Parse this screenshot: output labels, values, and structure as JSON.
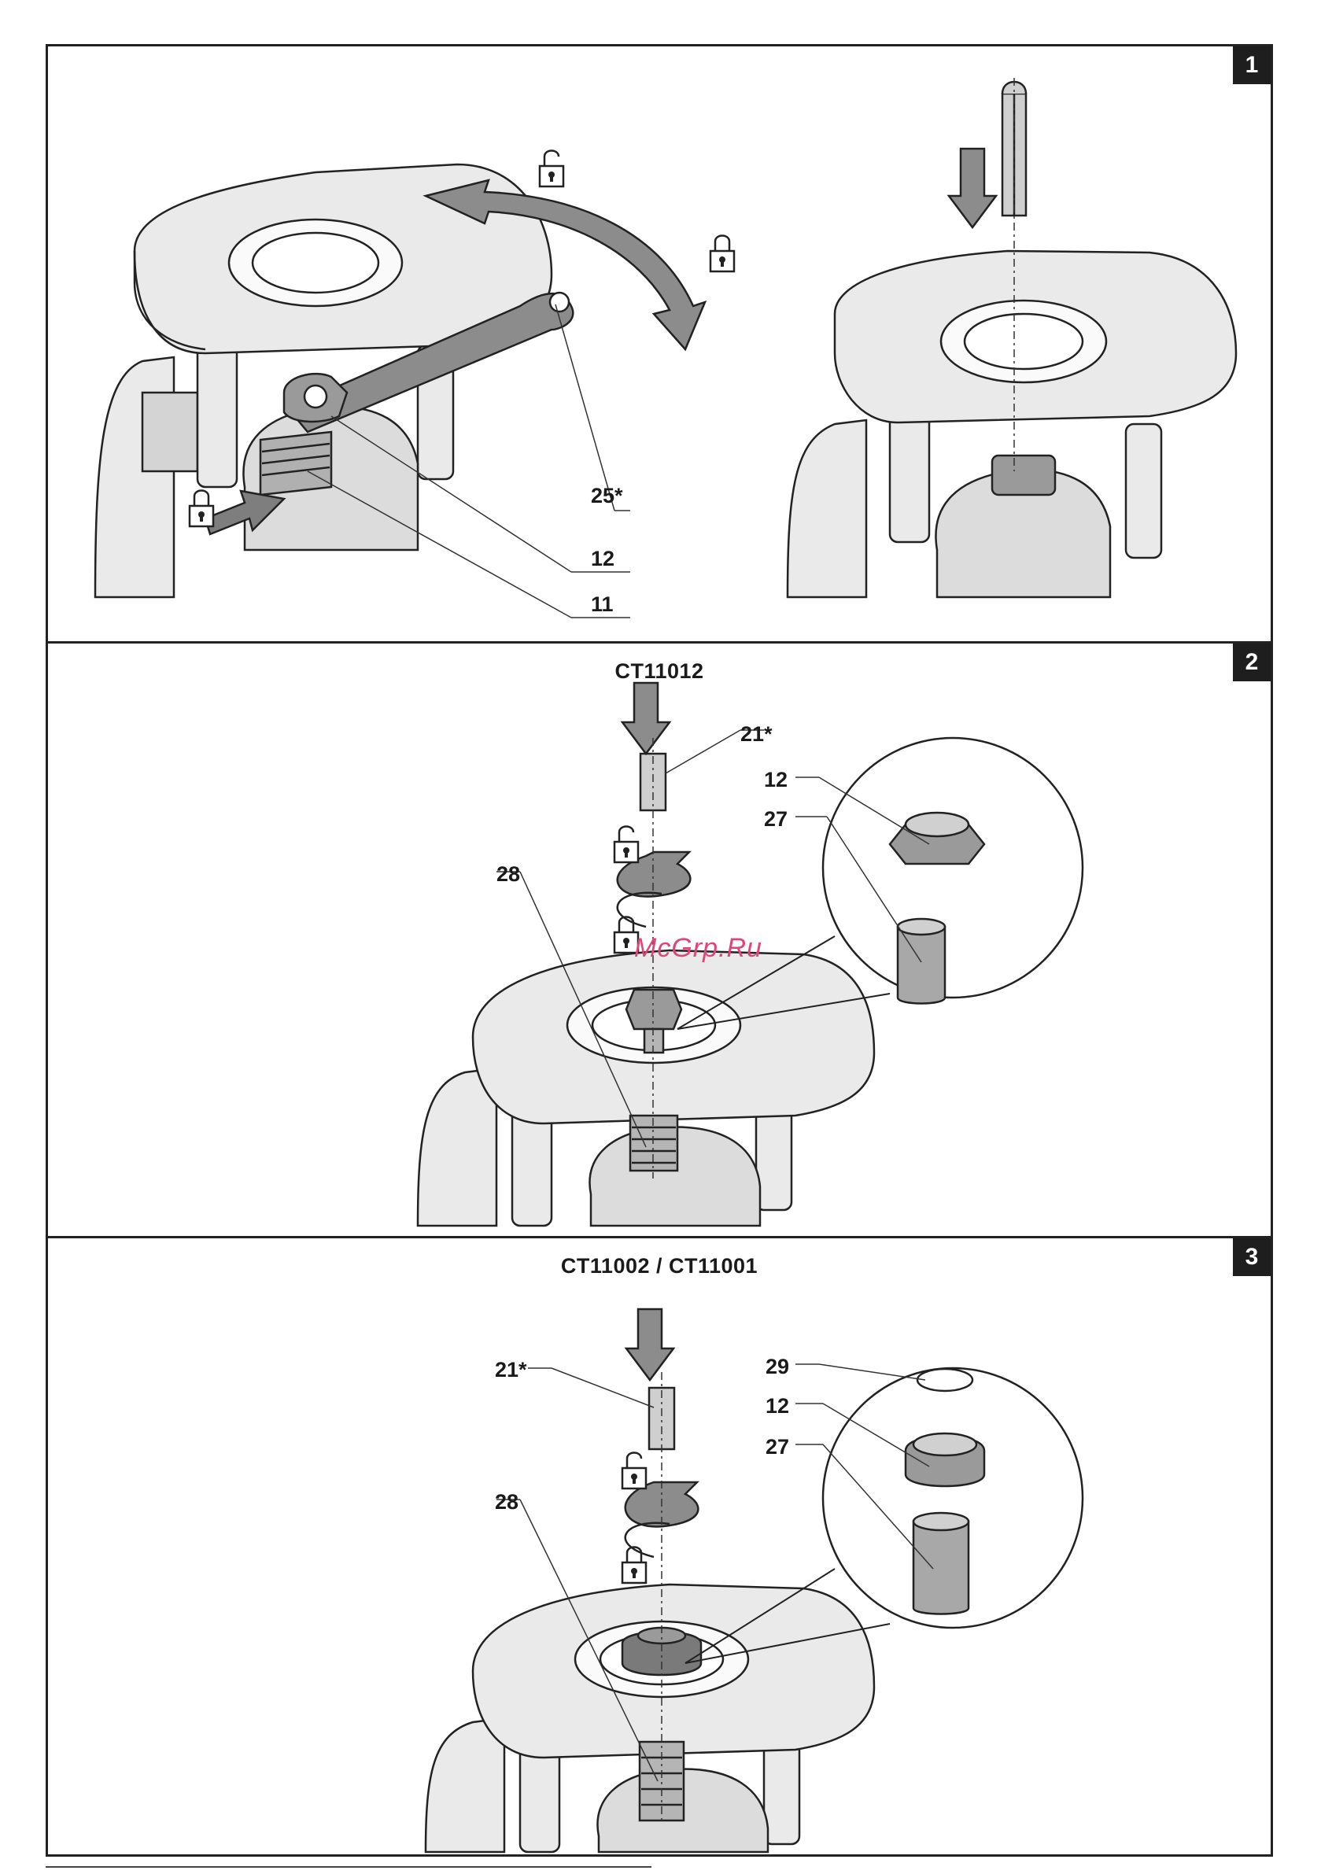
{
  "panels": [
    {
      "number": "1",
      "title": "",
      "callouts": [
        "25*",
        "12",
        "11"
      ]
    },
    {
      "number": "2",
      "title": "CT11012",
      "callouts": [
        "21*",
        "12",
        "27",
        "28"
      ]
    },
    {
      "number": "3",
      "title": "CT11002 / CT11001",
      "callouts": [
        "29",
        "21*",
        "12",
        "27",
        "28"
      ]
    }
  ],
  "watermark": "McGrp.Ru",
  "icons": [
    "lock-open-icon",
    "lock-closed-icon",
    "arrow-down-icon",
    "arrow-right-icon",
    "rotation-arrow-icon"
  ],
  "colors": {
    "line": "#222222",
    "fill_light": "#e6e6e6",
    "fill_mid": "#9a9a9a",
    "fill_dark": "#5a5a5a",
    "watermark": "#e0457a"
  }
}
